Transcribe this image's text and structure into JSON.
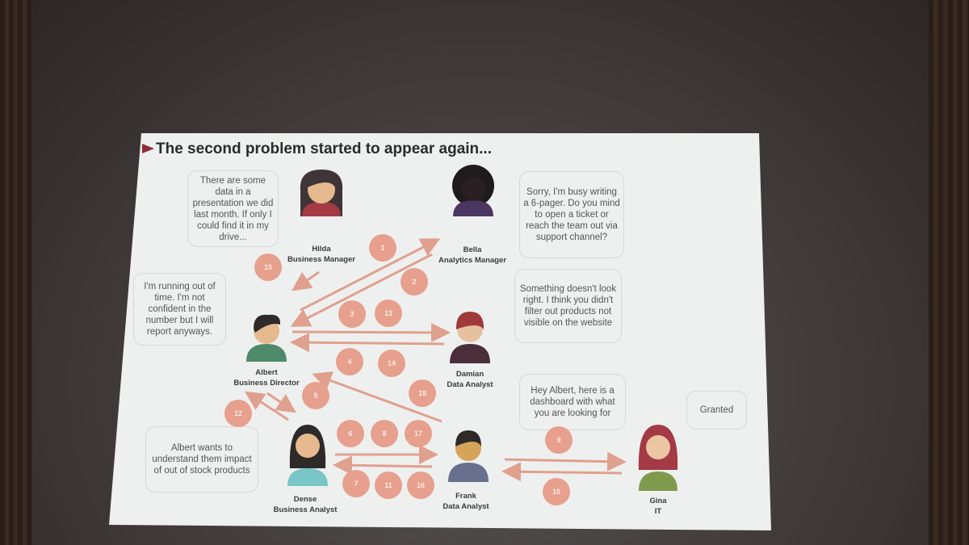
{
  "slide": {
    "title": "The second problem started to appear again...",
    "people": [
      {
        "name": "Hilda",
        "role": "Business Manager"
      },
      {
        "name": "Bella",
        "role": "Analytics Manager"
      },
      {
        "name": "Albert",
        "role": "Business Director"
      },
      {
        "name": "Damian",
        "role": "Data Analyst"
      },
      {
        "name": "Dense",
        "role": "Business Analyst"
      },
      {
        "name": "Frank",
        "role": "Data Analyst"
      },
      {
        "name": "Gina",
        "role": "IT"
      }
    ],
    "bubbles": {
      "hilda": "There are some data in a presentation we did last month. If only I could find it in my drive...",
      "albert": "I'm running out of time. I'm not confident in the number but I will report  anyways.",
      "bella": "Sorry, I'm busy writing a 6-pager. Do you mind to open a ticket or reach the team out via support channel?",
      "damian": "Something doesn't look right. I think you didn't filter out products not visible on the website",
      "frank": "Hey Albert, here is a dashboard with what you are looking for",
      "gina": "Granted",
      "dense": "Albert wants to understand them impact of out of stock products"
    },
    "steps": [
      "1",
      "2",
      "3",
      "4",
      "5",
      "6",
      "7",
      "8",
      "9",
      "10",
      "11",
      "12",
      "13",
      "14",
      "15",
      "16",
      "17",
      "18"
    ],
    "colors": {
      "accent": "#e6a08d",
      "flag": "#8e2c3a"
    }
  }
}
